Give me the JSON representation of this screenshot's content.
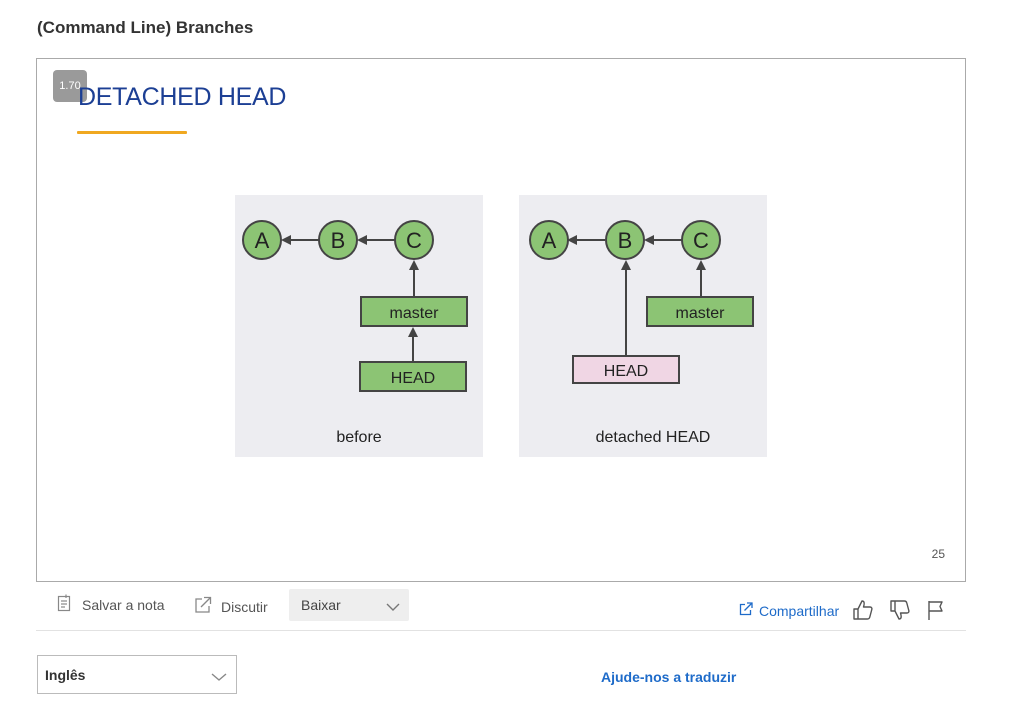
{
  "page": {
    "title": "(Command Line) Branches"
  },
  "slide": {
    "zoom_badge": "1.70",
    "title": "DETACHED HEAD",
    "number": "25",
    "diagrams": [
      {
        "commits": [
          "A",
          "B",
          "C"
        ],
        "master_label": "master",
        "head_label": "HEAD",
        "caption": "before"
      },
      {
        "commits": [
          "A",
          "B",
          "C"
        ],
        "master_label": "master",
        "head_label": "HEAD",
        "caption": "detached HEAD"
      }
    ]
  },
  "toolbar": {
    "save_note": "Salvar a nota",
    "discuss": "Discutir",
    "download": "Baixar",
    "share": "Compartilhar"
  },
  "footer": {
    "language": "Inglês",
    "help_translate": "Ajude-nos a traduzir"
  },
  "colors": {
    "slide_title": "#1c3f94",
    "underline": "#f0a820",
    "commit_fill": "#8cc474",
    "detached_head_fill": "#f0d6e4",
    "link": "#1e6bc9"
  }
}
